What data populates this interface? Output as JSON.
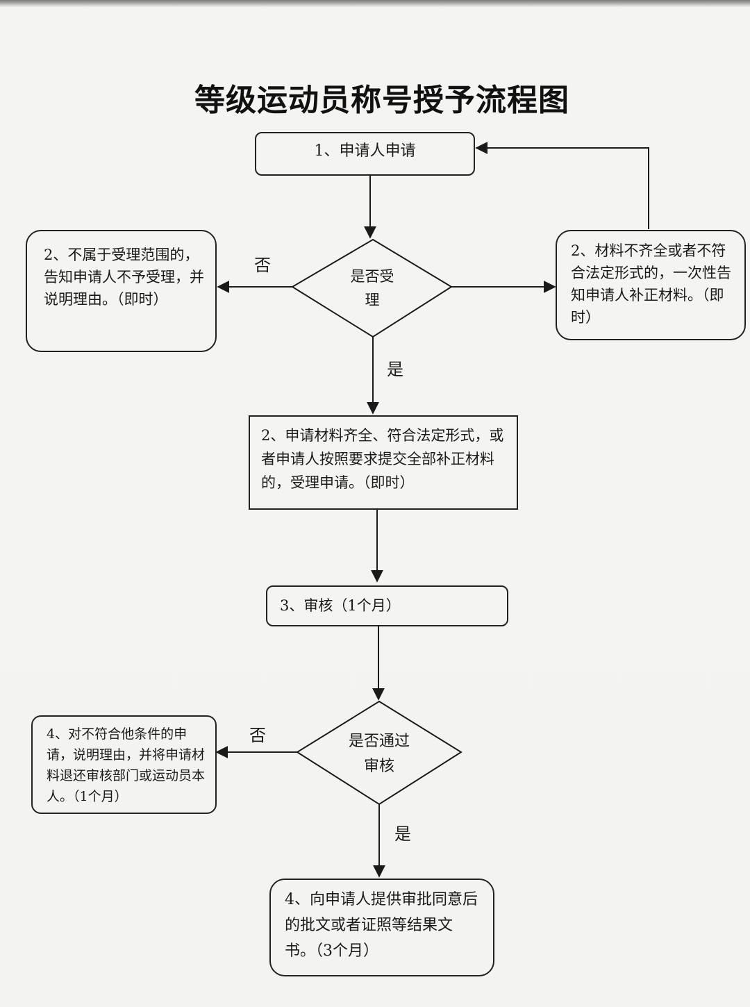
{
  "title": "等级运动员称号授予流程图",
  "nodes": {
    "apply": "1、申请人申请",
    "decision_accept": "是否受理",
    "reject_scope": "2、不属于受理范围的，告知申请人不予受理，并说明理由。（即时）",
    "incomplete": "2、材料不齐全或者不符合法定形式的，一次性告知申请人补正材料。（即时）",
    "accept": "2、申请材料齐全、符合法定形式，或者申请人按照要求提交全部补正材料的，受理申请。（即时）",
    "review": "3、审核（1个月）",
    "decision_pass": "是否通过审核",
    "return": "4、对不符合他条件的申请，说明理由，并将申请材料退还审核部门或运动员本人。（1个月）",
    "provide": "4、向申请人提供审批同意后的批文或者证照等结果文书。（3个月）"
  },
  "edges": {
    "no_1": "否",
    "yes_1": "是",
    "no_2": "否",
    "yes_2": "是"
  }
}
